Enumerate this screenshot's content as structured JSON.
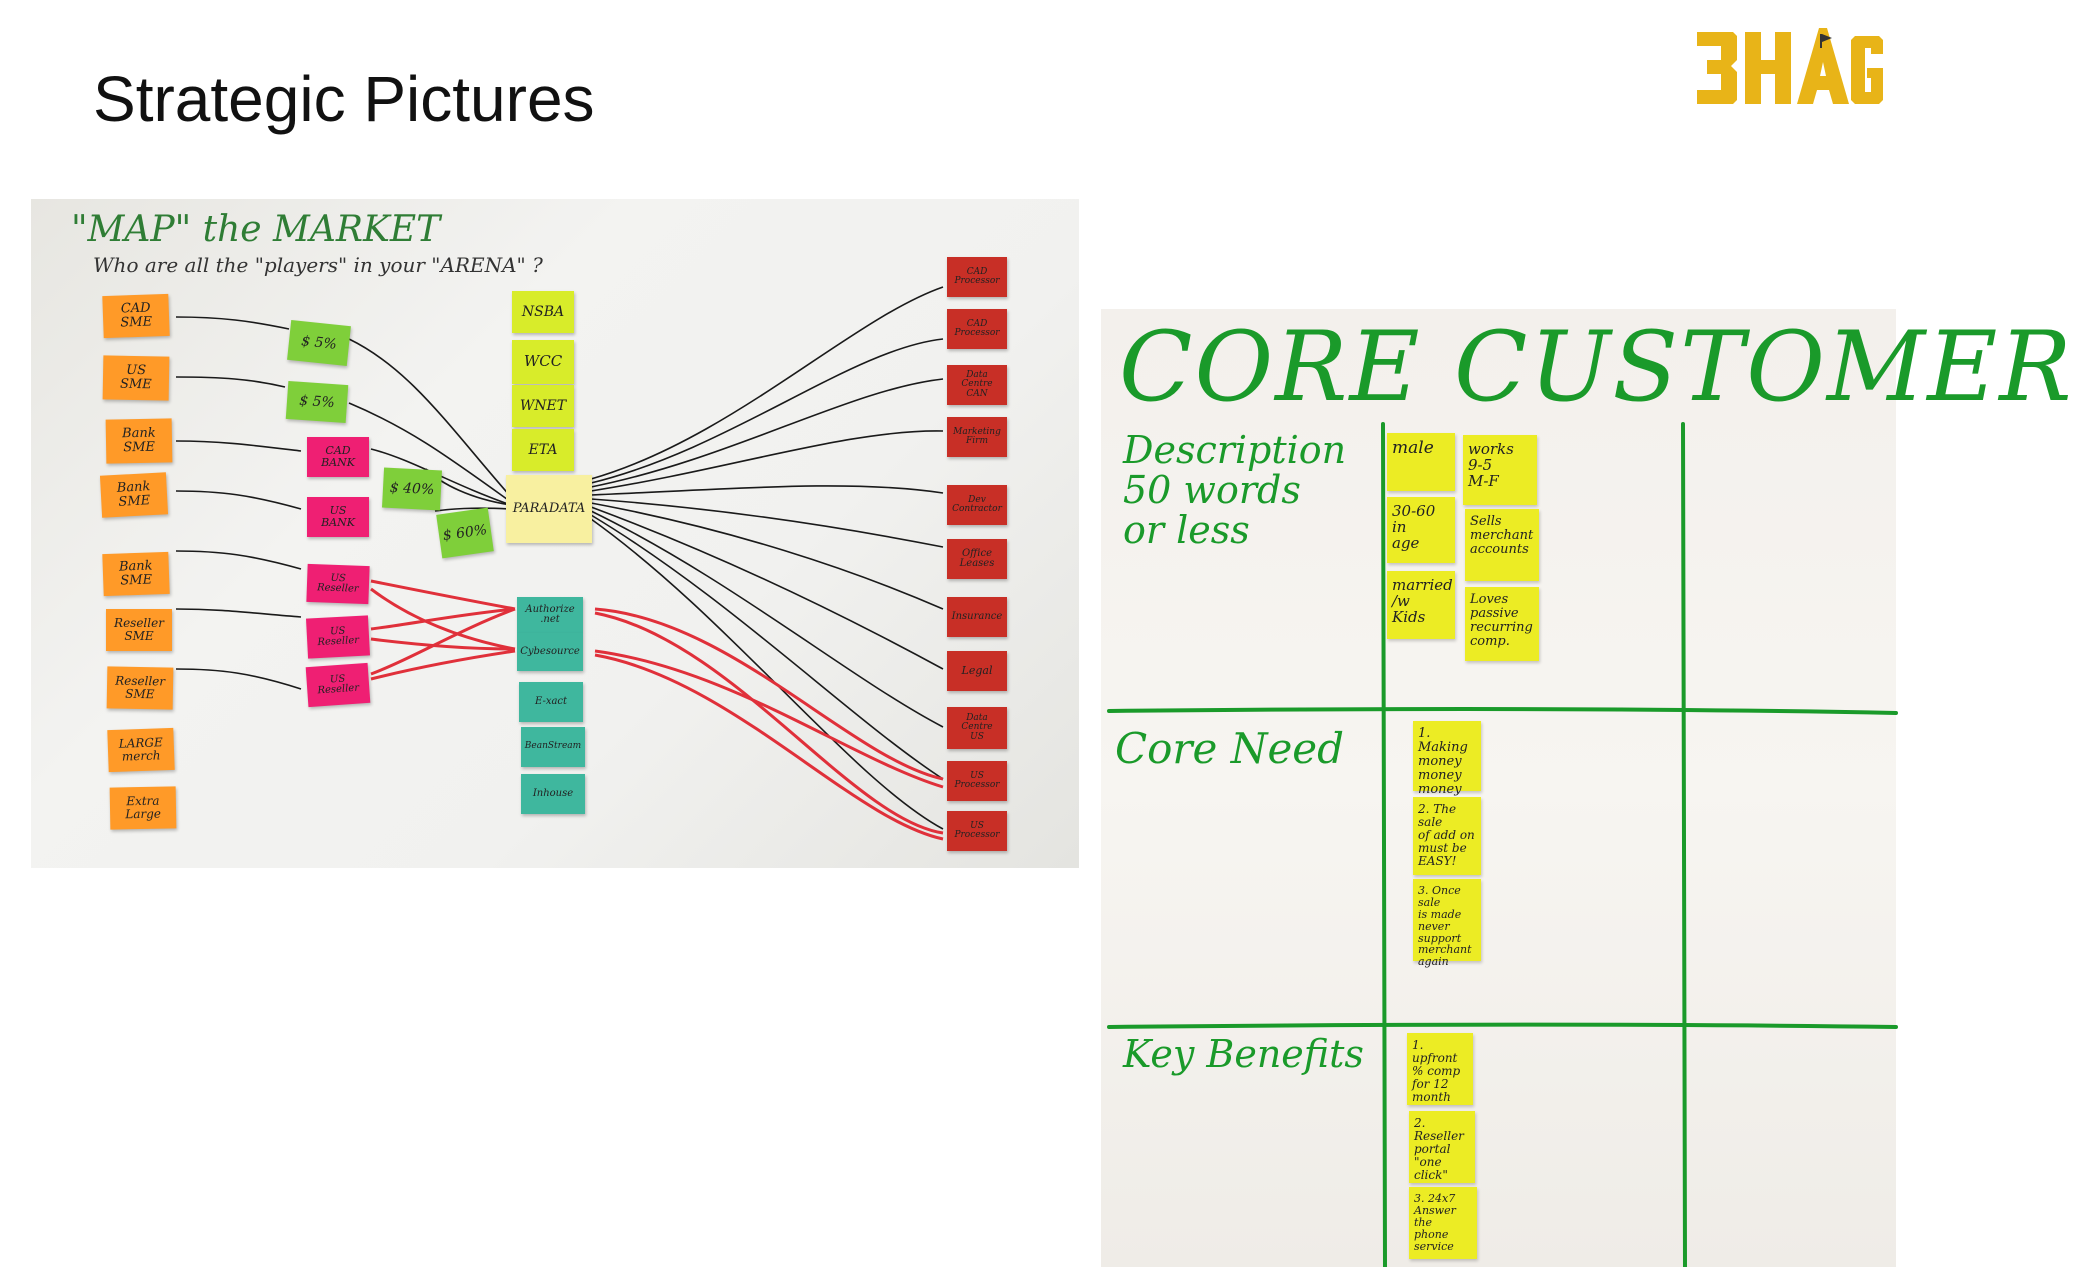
{
  "slide": {
    "title": "Strategic Pictures"
  },
  "logo": {
    "text": "3HAG",
    "color": "#e8b418"
  },
  "map": {
    "heading": "\"MAP\" the MARKET",
    "question": "Who are all the \"players\" in your \"ARENA\" ?",
    "customers": [
      "CAD\nSME",
      "US\nSME",
      "Bank\nSME",
      "Bank\nSME",
      "Bank\nSME",
      "Reseller\nSME",
      "Reseller\nSME",
      "LARGE\nmerch",
      "Extra\nLarge"
    ],
    "shares": [
      "$ 5%",
      "$ 5%",
      "$ 40%",
      "$ 60%"
    ],
    "channels": [
      "CAD\nBANK",
      "US\nBANK",
      "US\nReseller",
      "US\nReseller",
      "US\nReseller"
    ],
    "associations": [
      "NSBA",
      "WCC",
      "WNET",
      "ETA"
    ],
    "company": "PARADATA",
    "gateways": [
      "Authorize\n.net",
      "Cybesource",
      "E-xact",
      "BeanStream",
      "Inhouse"
    ],
    "suppliers": [
      "CAD\nProcessor",
      "CAD\nProcessor",
      "Data\nCentre\nCAN",
      "Marketing\nFirm",
      "Dev\nContractor",
      "Office\nLeases",
      "Insurance",
      "Legal",
      "Data\nCentre\nUS",
      "US\nProcessor",
      "US\nProcessor"
    ]
  },
  "core_customer": {
    "title": "CORE CUSTOMER",
    "rows": [
      {
        "label": "Description\n50 words\nor less",
        "notes": [
          "male",
          "works\n9-5\nM-F",
          "30-60\nin\nage",
          "Sells\nmerchant\naccounts",
          "married\n/w\nKids",
          "Loves\npassive\nrecurring\ncomp."
        ]
      },
      {
        "label": "Core Need",
        "notes": [
          "1. Making\nmoney\nmoney\nmoney",
          "2. The sale\nof add on\nmust be\nEASY!",
          "3. Once sale\nis made\nnever support\nmerchant\nagain"
        ]
      },
      {
        "label": "Key Benefits",
        "notes": [
          "1. upfront\n% comp\nfor 12\nmonth",
          "2. Reseller\nportal\n\"one\nclick\"",
          "3. 24x7\nAnswer the\nphone\nservice"
        ]
      }
    ]
  }
}
